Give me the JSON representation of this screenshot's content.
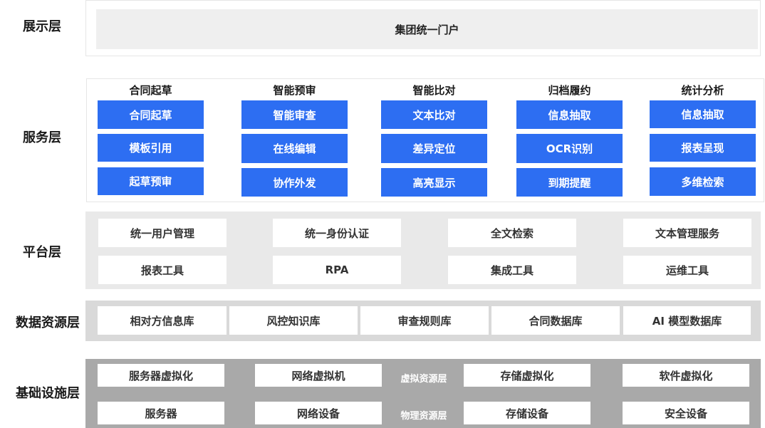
{
  "layers": {
    "presentation": {
      "label": "展示层",
      "portal": "集团统一门户"
    },
    "service": {
      "label": "服务层",
      "columns": [
        {
          "title": "合同起草",
          "items": [
            "合同起草",
            "模板引用",
            "起草预审"
          ]
        },
        {
          "title": "智能预审",
          "items": [
            "智能审查",
            "在线编辑",
            "协作外发"
          ]
        },
        {
          "title": "智能比对",
          "items": [
            "文本比对",
            "差异定位",
            "高亮显示"
          ]
        },
        {
          "title": "归档履约",
          "items": [
            "信息抽取",
            "OCR识别",
            "到期提醒"
          ]
        },
        {
          "title": "统计分析",
          "items": [
            "信息抽取",
            "报表呈现",
            "多维检索"
          ]
        }
      ]
    },
    "platform": {
      "label": "平台层",
      "row1": [
        "统一用户管理",
        "统一身份认证",
        "全文检索",
        "文本管理服务"
      ],
      "row2": [
        "报表工具",
        "RPA",
        "集成工具",
        "运维工具"
      ]
    },
    "data": {
      "label": "数据资源层",
      "items": [
        "相对方信息库",
        "风控知识库",
        "审查规则库",
        "合同数据库",
        "AI 模型数据库"
      ]
    },
    "infra": {
      "label": "基础设施层",
      "row1": [
        "服务器虚拟化",
        "网络虚拟机",
        "存储虚拟化",
        "软件虚拟化"
      ],
      "row1_sub": "虚拟资源层",
      "row2": [
        "服务器",
        "网络设备",
        "存储设备",
        "安全设备"
      ],
      "row2_sub": "物理资源层"
    }
  },
  "colors": {
    "accent": "#2d6ef2",
    "platform_bg": "#e9e9e9",
    "data_bg": "#d9d9d9",
    "infra_bg": "#a9a9a9",
    "presentation_inner": "#efefef"
  }
}
